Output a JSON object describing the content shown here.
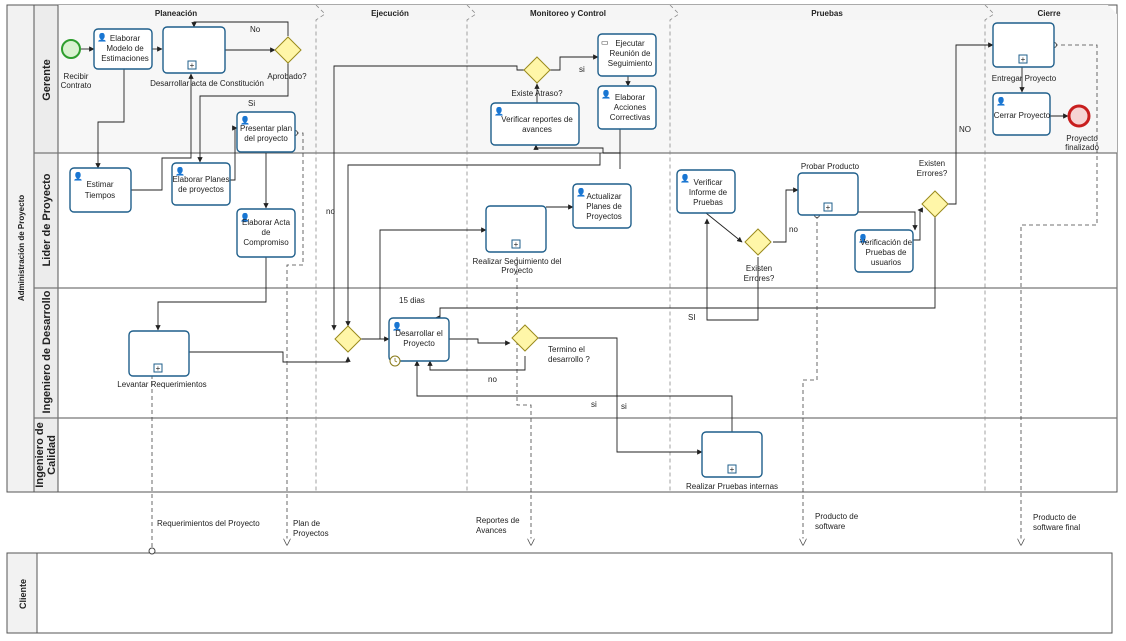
{
  "pool": {
    "main_name": "Administración de Proyecto",
    "client_name": "Cliente"
  },
  "lanes": {
    "gerente": "Gerente",
    "lider": "Lider de Proyecto",
    "ingeniero_desarrollo": "Ingeniero de Desarrollo",
    "ingeniero_calidad": "Ingeniero de Calidad"
  },
  "phases": {
    "planeacion": "Planeación",
    "ejecucion": "Ejecución",
    "monitoreo": "Monitoreo y Control",
    "pruebas": "Pruebas",
    "cierre": "Cierre"
  },
  "events": {
    "start": "Recibir Contrato",
    "end": "Proyecto finalizado"
  },
  "tasks": {
    "elaborar_modelo": "Elaborar Modelo de Estimaciones",
    "desarrollar_acta": "Desarrollar acta de Constitución",
    "estimar_tiempos": "Estimar Tiempos",
    "elaborar_planes": "Elaborar Planes de proyectos",
    "presentar_plan": "Presentar plan del proyecto",
    "elaborar_acta_compromiso": "Elaborar Acta de Compromiso",
    "levantar_requerimientos": "Levantar Requerimientos",
    "desarrollar_proyecto": "Desarrollar el Proyecto",
    "ejecutar_reunion": "Ejecutar Reunión de Seguimiento",
    "elaborar_acciones": "Elaborar Acciones Correctivas",
    "verificar_reportes": "Verificar reportes de avances",
    "actualizar_planes": "Actualizar Planes de Proyectos",
    "realizar_seguimiento": "Realizar Seguimiento del Proyecto",
    "verificar_informe": "Verificar Informe de Pruebas",
    "probar_producto": "Probar Producto",
    "verificacion_pruebas": "Verificación de Pruebas de usuarios",
    "realizar_pruebas_internas": "Realizar Pruebas internas",
    "entregar_proyecto": "Entregar Proyecto",
    "cerrar_proyecto": "Cerrar Proyecto"
  },
  "gateways": {
    "aprobado": "Aprobado?",
    "existe_atraso": "Existe Atraso?",
    "termino_desarrollo": "Termino el desarrollo ?",
    "existen_errores_1": "Existen Errores?",
    "existen_errores_2": "Existen Errores?"
  },
  "flow_labels": {
    "no_aprobado": "No",
    "si_aprobado": "Si",
    "si_atraso": "si",
    "no_atraso": "no",
    "no_termino": "no",
    "si_termino_1": "si",
    "si_termino_2": "si",
    "no_errores_1": "no",
    "si_errores": "SI",
    "no_errores_2": "NO",
    "timer": "15 dias"
  },
  "artifacts": {
    "requerimientos": "Requerimientos del Proyecto",
    "plan": "Plan de Proyectos",
    "reportes": "Reportes de Avances",
    "producto": "Producto de software",
    "producto_final": "Producto de software final"
  },
  "colors": {
    "task_border": "#1f5f8b",
    "gateway_fill": "#fff6a8",
    "start_event": "#2e9e2e",
    "end_event": "#c81e1e",
    "lane_header": "#f2f2f2"
  }
}
